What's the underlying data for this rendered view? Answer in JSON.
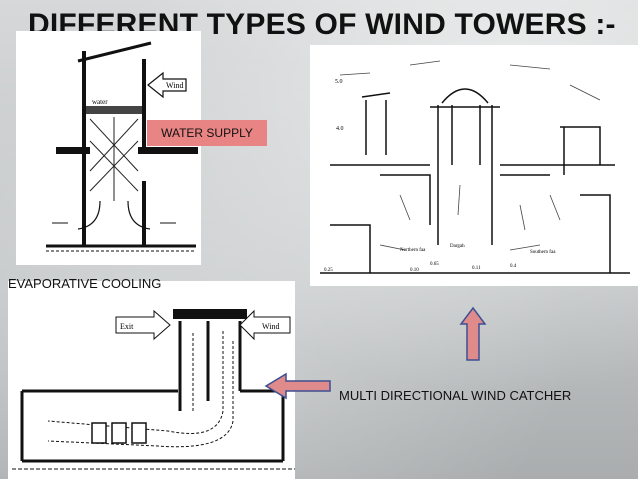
{
  "title": "DIFFERENT TYPES OF WIND TOWERS :-",
  "labels": {
    "water_supply": "WATER SUPPLY",
    "evaporative_cooling": "EVAPORATIVE COOLING",
    "multi_directional": "MULTI DIRECTIONAL WIND CATCHER"
  },
  "diagram_text": {
    "wind": "Wind",
    "water": "water",
    "exit": "Exit",
    "wind_in": "Wind",
    "northern": "Northern faa",
    "dargah": "Dargah",
    "southern": "Southern faa",
    "dim_50": "5.0",
    "dim_40": "4.0",
    "dim_025": "0.25",
    "dim_010": "0.10",
    "dim_011": "0.11",
    "dim_065": "0.65",
    "dim_04": "0.4"
  },
  "colors": {
    "label_fill": "#e98484",
    "arrow_fill": "#e08b8b",
    "arrow_stroke": "#3e4f93"
  }
}
